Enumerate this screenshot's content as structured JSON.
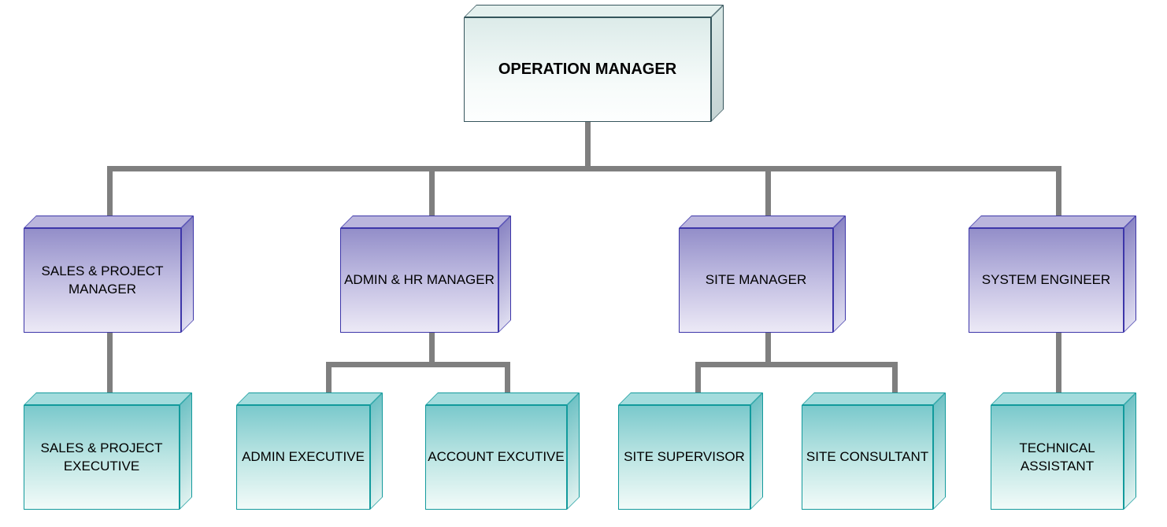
{
  "org_chart": {
    "root": {
      "id": "operation-manager",
      "label": "OPERATION MANAGER"
    },
    "managers": [
      {
        "id": "sales-project-manager",
        "label": "SALES & PROJECT MANAGER",
        "reports": [
          {
            "id": "sales-project-executive",
            "label": "SALES & PROJECT EXECUTIVE"
          }
        ]
      },
      {
        "id": "admin-hr-manager",
        "label": "ADMIN & HR MANAGER",
        "reports": [
          {
            "id": "admin-executive",
            "label": "ADMIN EXECUTIVE"
          },
          {
            "id": "account-excutive",
            "label": "ACCOUNT EXCUTIVE"
          }
        ]
      },
      {
        "id": "site-manager",
        "label": "SITE MANAGER",
        "reports": [
          {
            "id": "site-supervisor",
            "label": "SITE SUPERVISOR"
          },
          {
            "id": "site-consultant",
            "label": "SITE CONSULTANT"
          }
        ]
      },
      {
        "id": "system-engineer",
        "label": "SYSTEM ENGINEER",
        "reports": [
          {
            "id": "technical-assistant",
            "label": "TECHNICAL ASSISTANT"
          }
        ]
      }
    ],
    "colors": {
      "connector": "#7f7f7f",
      "root_fill_top": "#dcebe9",
      "root_fill_bottom": "#fdfefe",
      "root_border": "#35555c",
      "manager_fill_top": "#938ec9",
      "manager_fill_bottom": "#ece9f6",
      "manager_border": "#3d36a9",
      "staff_fill_top": "#7ac9cc",
      "staff_fill_bottom": "#f2fbf9",
      "staff_border": "#129a9c",
      "text": "#000000"
    }
  }
}
